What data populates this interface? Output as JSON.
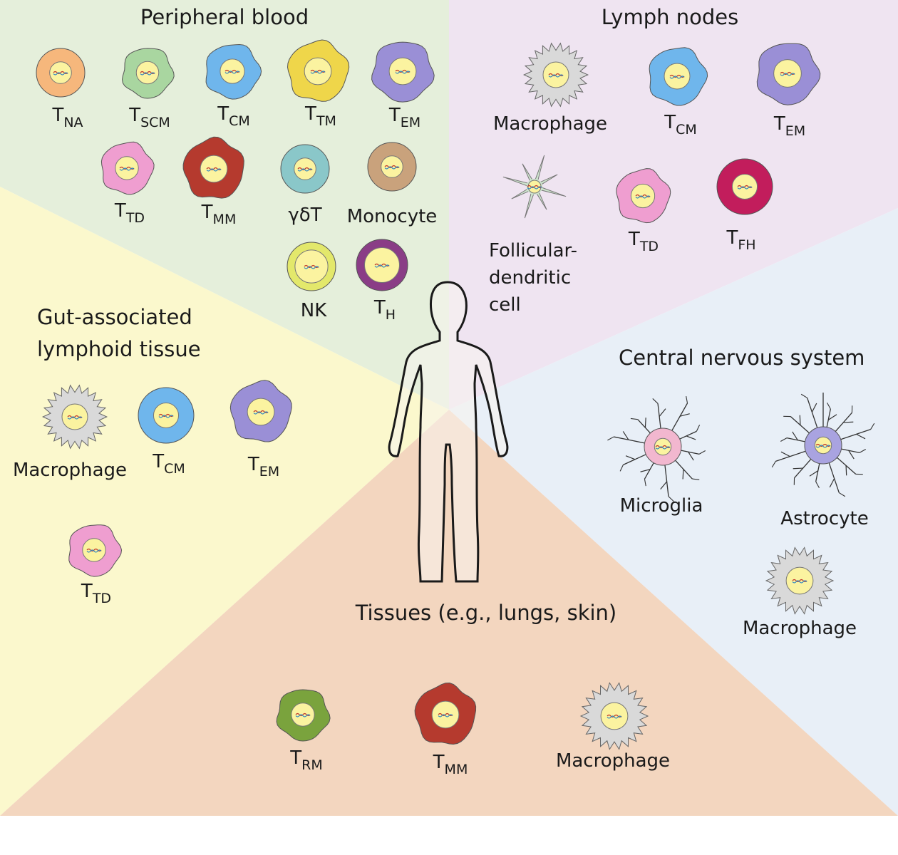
{
  "regions": {
    "peripheral_blood": {
      "title": "Peripheral blood",
      "cells": [
        {
          "id": "tna",
          "label": {
            "main": "T",
            "sub": "NA"
          },
          "color": "#f6b77c"
        },
        {
          "id": "tscm",
          "label": {
            "main": "T",
            "sub": "SCM"
          },
          "color": "#a9d6a0"
        },
        {
          "id": "tcm",
          "label": {
            "main": "T",
            "sub": "CM"
          },
          "color": "#6fb6ec"
        },
        {
          "id": "ttm",
          "label": {
            "main": "T",
            "sub": "TM"
          },
          "color": "#efd64a"
        },
        {
          "id": "tem",
          "label": {
            "main": "T",
            "sub": "EM"
          },
          "color": "#9a8fd6"
        },
        {
          "id": "ttd",
          "label": {
            "main": "T",
            "sub": "TD"
          },
          "color": "#ef9ed0"
        },
        {
          "id": "tmm",
          "label": {
            "main": "T",
            "sub": "MM"
          },
          "color": "#b53a2e"
        },
        {
          "id": "gdt",
          "label": {
            "main": "γδT",
            "sub": ""
          },
          "color": "#8ac7c9"
        },
        {
          "id": "mono",
          "label": {
            "main": "Monocyte",
            "sub": ""
          },
          "color": "#c9a27c"
        },
        {
          "id": "nk",
          "label": {
            "main": "NK",
            "sub": ""
          },
          "color": "#e3e86b"
        },
        {
          "id": "th",
          "label": {
            "main": "T",
            "sub": "H"
          },
          "color": "#8a3d86"
        }
      ]
    },
    "lymph_nodes": {
      "title": "Lymph nodes",
      "cells": [
        {
          "id": "macro",
          "label": {
            "main": "Macrophage",
            "sub": ""
          },
          "color": "#d9d9d9"
        },
        {
          "id": "tcm",
          "label": {
            "main": "T",
            "sub": "CM"
          },
          "color": "#6fb6ec"
        },
        {
          "id": "tem",
          "label": {
            "main": "T",
            "sub": "EM"
          },
          "color": "#9a8fd6"
        },
        {
          "id": "fdc",
          "label": {
            "lines": [
              "Follicular-",
              "dendritic",
              "cell"
            ]
          },
          "color": "#cfe5cf"
        },
        {
          "id": "ttd",
          "label": {
            "main": "T",
            "sub": "TD"
          },
          "color": "#ef9ed0"
        },
        {
          "id": "tfh",
          "label": {
            "main": "T",
            "sub": "FH"
          },
          "color": "#c21d5c"
        }
      ]
    },
    "gut": {
      "title_lines": [
        "Gut-associated",
        "lymphoid tissue"
      ],
      "cells": [
        {
          "id": "macro",
          "label": {
            "main": "Macrophage",
            "sub": ""
          },
          "color": "#d9d9d9"
        },
        {
          "id": "tcm",
          "label": {
            "main": "T",
            "sub": "CM"
          },
          "color": "#6fb6ec"
        },
        {
          "id": "tem",
          "label": {
            "main": "T",
            "sub": "EM"
          },
          "color": "#9a8fd6"
        },
        {
          "id": "ttd",
          "label": {
            "main": "T",
            "sub": "TD"
          },
          "color": "#ef9ed0"
        }
      ]
    },
    "cns": {
      "title": "Central nervous system",
      "cells": [
        {
          "id": "microglia",
          "label": {
            "main": "Microglia",
            "sub": ""
          },
          "color": "#f2b7cf"
        },
        {
          "id": "astro",
          "label": {
            "main": "Astrocyte",
            "sub": ""
          },
          "color": "#a9a3e0"
        },
        {
          "id": "macro",
          "label": {
            "main": "Macrophage",
            "sub": ""
          },
          "color": "#d9d9d9"
        }
      ]
    },
    "tissues": {
      "title": "Tissues (e.g., lungs, skin)",
      "cells": [
        {
          "id": "trm",
          "label": {
            "main": "T",
            "sub": "RM"
          },
          "color": "#7aa33d"
        },
        {
          "id": "tmm",
          "label": {
            "main": "T",
            "sub": "MM"
          },
          "color": "#b53a2e"
        },
        {
          "id": "macro",
          "label": {
            "main": "Macrophage",
            "sub": ""
          },
          "color": "#d9d9d9"
        }
      ]
    }
  },
  "colors": {
    "peripheral_bg": "#e5efdb",
    "lymph_bg": "#efe4f1",
    "gut_bg": "#fbf8cd",
    "cns_bg": "#e8eff7",
    "tissue_bg": "#f3d6bf",
    "nucleus": "#fbf3a0"
  }
}
